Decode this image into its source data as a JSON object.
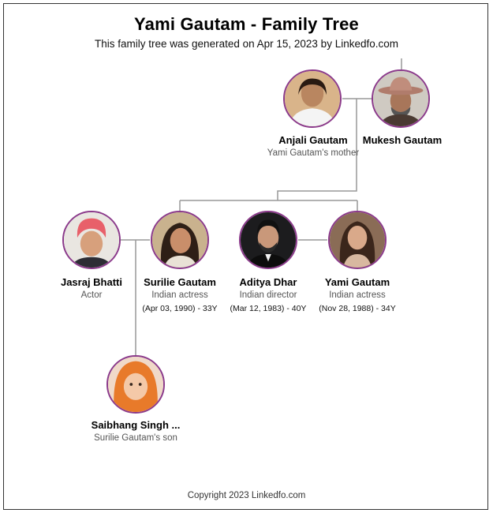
{
  "header": {
    "title": "Yami Gautam - Family Tree",
    "subtitle": "This family tree was generated on Apr 15, 2023 by Linkedfo.com"
  },
  "footer": {
    "copyright": "Copyright 2023 Linkedfo.com"
  },
  "colors": {
    "avatar_border": "#8b3a8b",
    "connector": "#999999"
  },
  "people": {
    "anjali": {
      "name": "Anjali Gautam",
      "desc": "Yami Gautam's mother"
    },
    "mukesh": {
      "name": "Mukesh Gautam"
    },
    "jasraj": {
      "name": "Jasraj Bhatti",
      "desc": "Actor"
    },
    "surilie": {
      "name": "Surilie Gautam",
      "desc": "Indian actress",
      "dates": "(Apr 03, 1990) - 33Y"
    },
    "aditya": {
      "name": "Aditya Dhar",
      "desc": "Indian director",
      "dates": "(Mar 12, 1983) - 40Y"
    },
    "yami": {
      "name": "Yami Gautam",
      "desc": "Indian actress",
      "dates": "(Nov 28, 1988) - 34Y"
    },
    "saibhang": {
      "name": "Saibhang Singh ...",
      "desc": "Surilie Gautam's son"
    }
  }
}
